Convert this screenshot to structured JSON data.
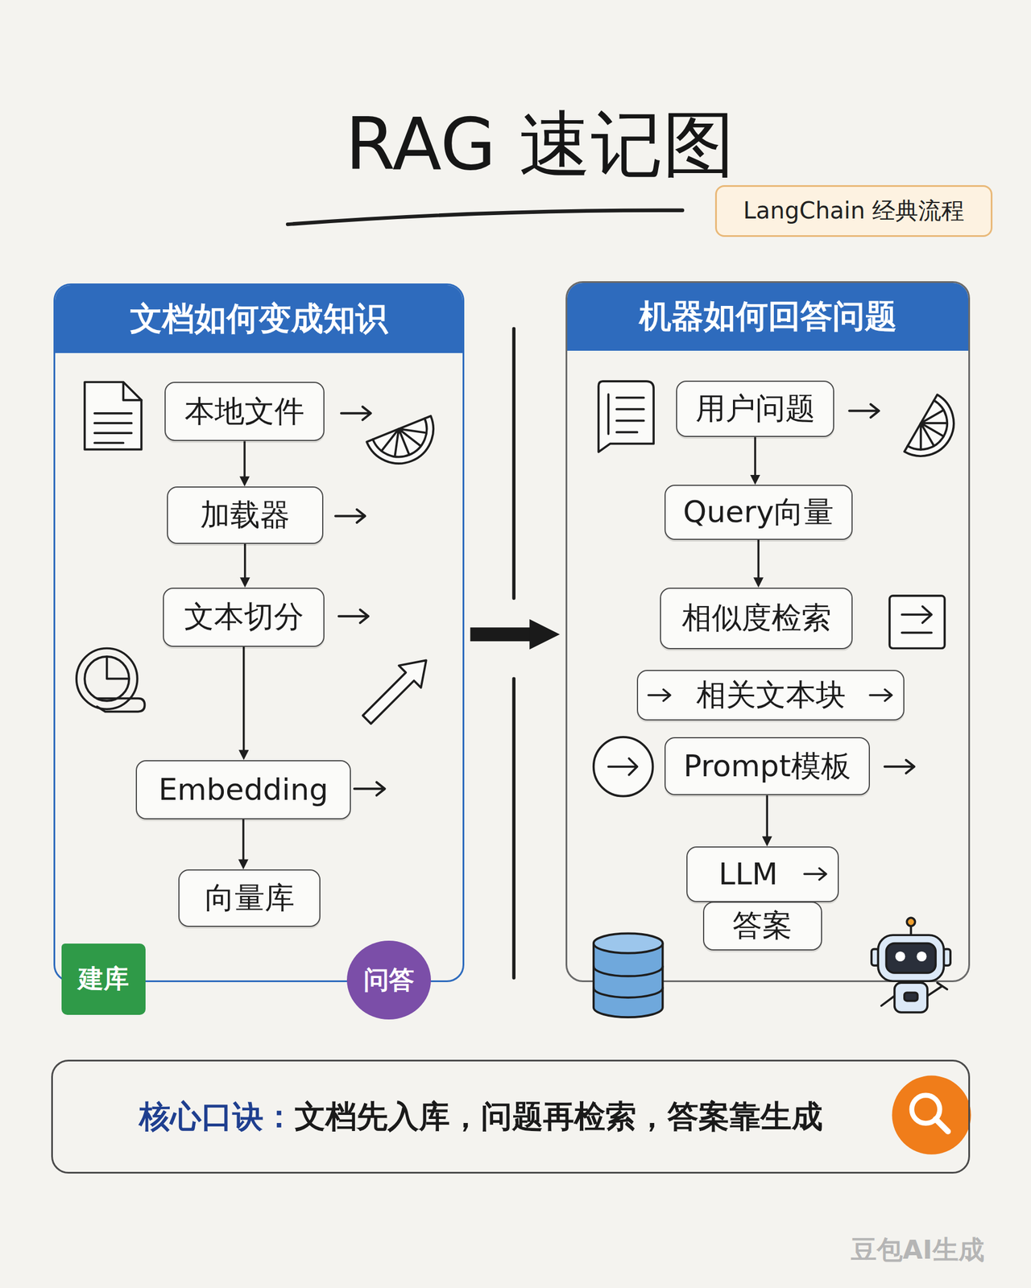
{
  "diagram": {
    "title": "RAG 速记图",
    "nodes": [
      {
        "text": [
          "LangChain 经典流程"
        ]
      },
      {
        "text": [
          "文档如何变成知识"
        ]
      },
      {
        "text": [
          "本地文件"
        ],
        "in": 1
      },
      {
        "text": [
          "加载器"
        ],
        "in": 1
      },
      {
        "text": [
          "文本切分"
        ],
        "in": 1
      },
      {
        "text": [
          "Embedding"
        ],
        "in": 1
      },
      {
        "text": [
          "向量库"
        ],
        "in": 1
      },
      {
        "text": [
          "建库"
        ]
      },
      {
        "text": [
          "问答"
        ]
      },
      {
        "text": [
          "机器如何回答问题"
        ]
      },
      {
        "text": [
          "用户问题"
        ],
        "in": 9
      },
      {
        "text": [
          "Query向量"
        ],
        "in": 9
      },
      {
        "text": [
          "相似度检索"
        ],
        "in": 9
      },
      {
        "text": [
          "相关文本块"
        ],
        "in": 9
      },
      {
        "text": [
          "Prompt模板"
        ],
        "in": 9
      },
      {
        "text": [
          "LLM"
        ],
        "in": 9
      },
      {
        "text": [
          "答案"
        ],
        "in": 9
      },
      {
        "text": [
          "核心口诀：",
          "文档先入库，问题再检索，答案靠生成"
        ]
      }
    ],
    "edges": [
      {
        "from": 2,
        "to": 3,
        "arrow": "to"
      },
      {
        "from": 3,
        "to": 4,
        "arrow": "to"
      },
      {
        "from": 4,
        "to": 5,
        "arrow": "to"
      },
      {
        "from": 5,
        "to": 6,
        "arrow": "to"
      },
      {
        "from": 1,
        "to": 9,
        "arrow": "to"
      },
      {
        "from": 10,
        "to": 11,
        "arrow": "to"
      },
      {
        "from": 11,
        "to": 12,
        "arrow": "to"
      },
      {
        "from": 14,
        "to": 15,
        "arrow": "to"
      }
    ],
    "labels": [
      "豆包AI生成"
    ]
  }
}
